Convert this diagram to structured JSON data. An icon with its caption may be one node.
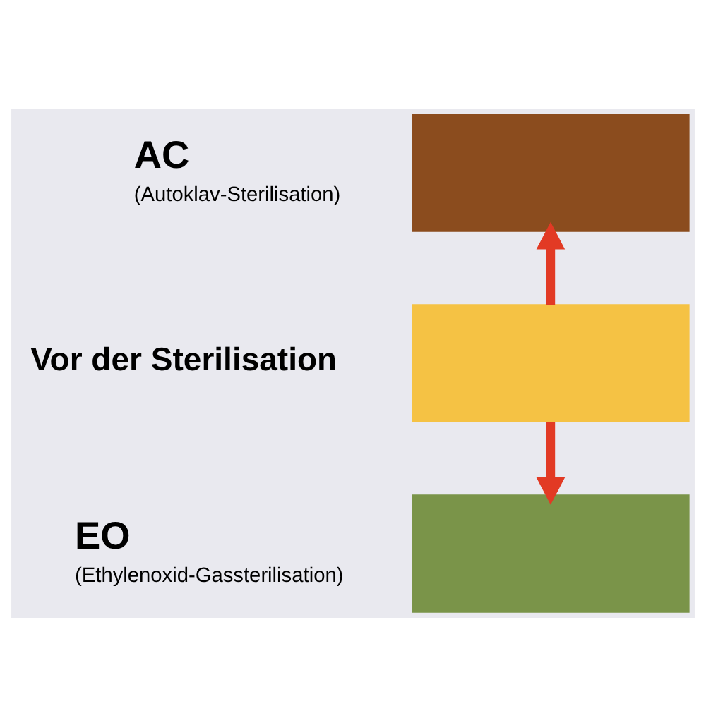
{
  "diagram": {
    "nodes": [
      {
        "text": [],
        "shape": "box",
        "beside": [
          "AC",
          "(Autoklav-Sterilisation)"
        ]
      },
      {
        "text": [],
        "shape": "box",
        "beside": [
          "Vor der Sterilisation"
        ]
      },
      {
        "text": [],
        "shape": "box",
        "beside": [
          "EO",
          "(Ethylenoxid-Gassterilisation)"
        ]
      }
    ],
    "edges": [
      {
        "from": 1,
        "to": 0,
        "arrow": "to"
      },
      {
        "from": 1,
        "to": 2,
        "arrow": "to"
      }
    ]
  }
}
